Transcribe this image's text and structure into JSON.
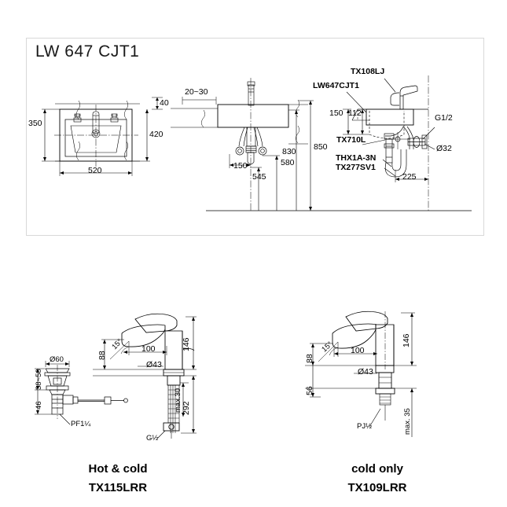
{
  "panel": {
    "title": "LW 647 CJT1"
  },
  "plan_view": {
    "dim_depth": "350",
    "dim_depth_outer": "420",
    "dim_width": "520",
    "dim_thickness": "40"
  },
  "elevation_view": {
    "dim_gap": "20~30",
    "dim_spread": "150",
    "dim_545": "545",
    "dim_580": "580",
    "dim_830": "830",
    "dim_850": "850"
  },
  "section_view": {
    "label_faucet": "TX108LJ",
    "label_basin": "LW647CJT1",
    "label_trap": "TX710L",
    "label_supply": "THX1A-3N",
    "label_valve": "TX277SV1",
    "label_thread": "G1/2",
    "label_diameter": "Ø32",
    "dim_150": "150",
    "dim_112": "112",
    "dim_850": "850",
    "dim_225": "225"
  },
  "drain_detail": {
    "dim_diameter": "Ø60",
    "dim_range": "38~58",
    "dim_46": "46",
    "label_thread": "PF1¼"
  },
  "faucet_left": {
    "dim_height_total": "146",
    "dim_spout_height": "88",
    "dim_reach": "100",
    "dim_angle": "15°",
    "dim_diameter": "Ø43",
    "dim_max_thickness": "max.30",
    "dim_292": "292",
    "label_thread": "G½",
    "caption_type": "Hot & cold",
    "caption_model": "TX115LRR"
  },
  "faucet_right": {
    "dim_height_total": "146",
    "dim_spout_height": "88",
    "dim_base_height": "56",
    "dim_reach": "100",
    "dim_angle": "15°",
    "dim_diameter": "Ø43",
    "dim_max_thickness": "max. 35",
    "label_thread": "PJ½",
    "caption_type": "cold only",
    "caption_model": "TX109LRR"
  },
  "colors": {
    "line": "#000000",
    "border": "#d8d8d8",
    "background": "#ffffff"
  }
}
